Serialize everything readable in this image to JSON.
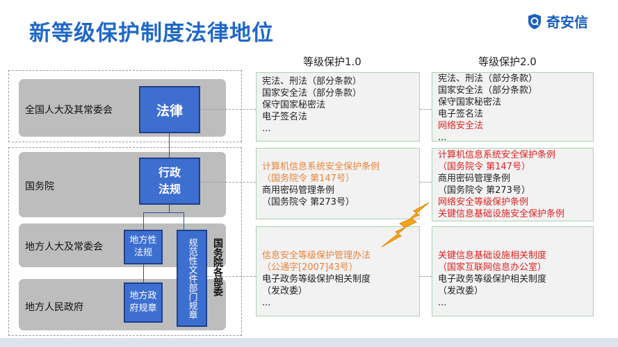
{
  "title": "新等级保护制度法律地位",
  "logo": {
    "text": "奇安信",
    "icon": "shield-logo-icon",
    "color": "#1a5fbf"
  },
  "columns": {
    "v1": "等级保护1.0",
    "v2": "等级保护2.0"
  },
  "rows": {
    "npc": "全国人大及其常委会",
    "state_council": "国务院",
    "local_npc": "地方人大及常委会",
    "local_gov": "地方人民政府"
  },
  "boxes": {
    "law": "法律",
    "admin_line1": "行政",
    "admin_line2": "法规",
    "local_reg_line1": "地方性",
    "local_reg_line2": "法规",
    "local_gov_rule_line1": "地方政",
    "local_gov_rule_line2": "府规章",
    "dept_rules": "规范性文件部门规章",
    "ministries": "国务院各部委"
  },
  "v1_panels": [
    {
      "lines": [
        {
          "text": "宪法、刑法（部分条款）",
          "color": "black"
        },
        {
          "text": "国家安全法（部分条款）",
          "color": "black"
        },
        {
          "text": "保守国家秘密法",
          "color": "black"
        },
        {
          "text": "电子签名法",
          "color": "black"
        },
        {
          "text": "...",
          "color": "black"
        }
      ]
    },
    {
      "lines": [
        {
          "text": "计算机信息系统安全保护条例",
          "color": "orange"
        },
        {
          "text": "（国务院令 第147号）",
          "color": "orange"
        },
        {
          "text": "商用密码管理条例",
          "color": "black"
        },
        {
          "text": "（国务院令 第273号）",
          "color": "black"
        }
      ]
    },
    {
      "lines": [
        {
          "text": "信息安全等级保护管理办法",
          "color": "orange"
        },
        {
          "text": "（公通字[2007]43号）",
          "color": "orange"
        },
        {
          "text": "电子政务等级保护相关制度",
          "color": "black"
        },
        {
          "text": "（发改委）",
          "color": "black"
        },
        {
          "text": "...",
          "color": "black"
        }
      ]
    }
  ],
  "v2_panels": [
    {
      "lines": [
        {
          "text": "宪法、刑法（部分条款）",
          "color": "black"
        },
        {
          "text": "国家安全法（部分条款）",
          "color": "black"
        },
        {
          "text": "保守国家秘密法",
          "color": "black"
        },
        {
          "text": "电子签名法",
          "color": "black"
        },
        {
          "text": "网络安全法",
          "color": "red"
        },
        {
          "text": "...",
          "color": "black"
        }
      ]
    },
    {
      "lines": [
        {
          "text": "计算机信息系统安全保护条例",
          "color": "red"
        },
        {
          "text": "（国务院令 第147号）",
          "color": "red"
        },
        {
          "text": "商用密码管理条例",
          "color": "black"
        },
        {
          "text": "（国务院令 第273号）",
          "color": "black"
        },
        {
          "text": "网络安全等级保护条例",
          "color": "red"
        },
        {
          "text": "关键信息基础设施安全保护条例",
          "color": "red"
        }
      ]
    },
    {
      "lines": [
        {
          "text": "关键信息基础设施相关制度",
          "color": "red"
        },
        {
          "text": "（国家互联网信息办公室）",
          "color": "red"
        },
        {
          "text": "电子政务等级保护相关制度",
          "color": "black"
        },
        {
          "text": "（发改委）",
          "color": "black"
        },
        {
          "text": "...",
          "color": "black"
        }
      ]
    }
  ],
  "colors": {
    "accent": "#1f67c8",
    "box": "#3d6fd0",
    "orange": "#e8833a",
    "red": "#e02020",
    "bolt": "#f7a21b"
  }
}
